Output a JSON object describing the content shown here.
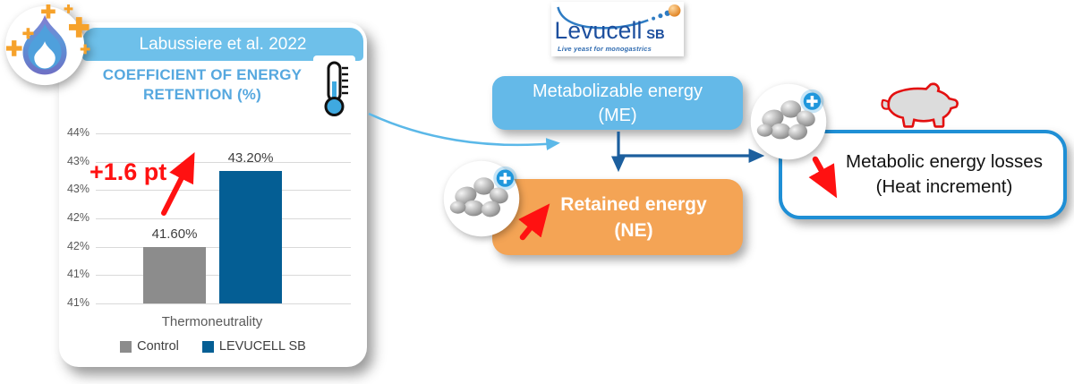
{
  "study_card": {
    "source": "Labussiere et al. 2022",
    "thermometer_icon": "thermometer",
    "flame_icon": "flame-with-plus-sparks"
  },
  "chart_data": {
    "type": "bar",
    "title": "COEFFICIENT OF ENERGY RETENTION (%)",
    "categories": [
      "Thermoneutrality"
    ],
    "series": [
      {
        "name": "Control",
        "values": [
          41.6
        ],
        "label": "41.60%",
        "color": "#8C8C8C"
      },
      {
        "name": "LEVUCELL SB",
        "values": [
          43.2
        ],
        "label": "43.20%",
        "color": "#045E94"
      }
    ],
    "annotation": "+1.6 pt",
    "y_ticks": [
      "44%",
      "43%",
      "43%",
      "42%",
      "42%",
      "41%",
      "41%"
    ],
    "ylim": [
      41,
      44
    ],
    "grid": true,
    "legend_position": "bottom"
  },
  "logo": {
    "wordmark": "Levucell",
    "suffix": "SB",
    "tagline": "Live yeast for monogastrics"
  },
  "flow": {
    "me_box": {
      "line1": "Metabolizable energy",
      "line2": "(ME)"
    },
    "ne_box": {
      "line1": "Retained energy",
      "line2": "(NE)"
    },
    "losses_box": {
      "line1": "Metabolic energy losses",
      "line2": "(Heat increment)"
    }
  },
  "colors": {
    "light_blue": "#64B9E8",
    "band_blue": "#6EC0EA",
    "title_blue": "#56A8DF",
    "connector_blue": "#1C5F9E",
    "border_blue": "#1F8FD5",
    "orange_box": "#F4A455",
    "bar_blue": "#045E94",
    "bar_gray": "#8C8C8C",
    "arrow_red": "#FF1111"
  }
}
